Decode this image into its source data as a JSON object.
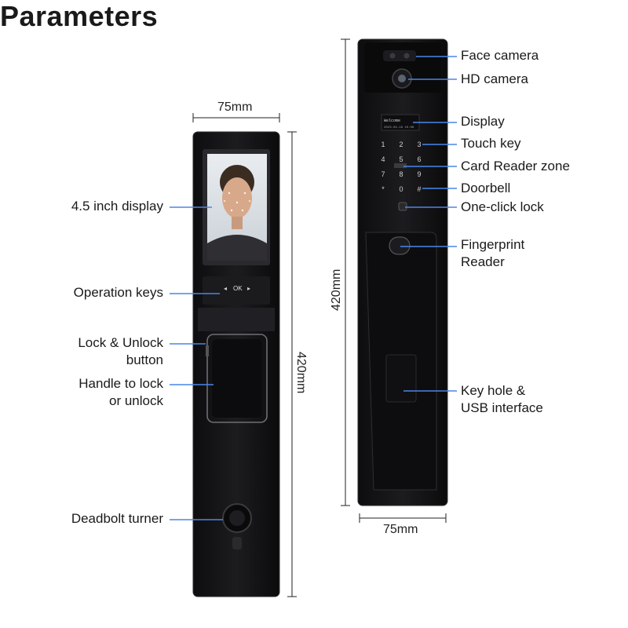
{
  "title": "Parameters",
  "dimensions": {
    "left_width": "75mm",
    "left_height": "420mm",
    "right_width": "75mm",
    "right_height": "420mm"
  },
  "left_labels": {
    "display": "4.5 inch display",
    "operation_keys": "Operation keys",
    "lock_unlock_1": "Lock & Unlock",
    "lock_unlock_2": "button",
    "handle_1": "Handle to lock",
    "handle_2": "or unlock",
    "deadbolt": "Deadbolt turner"
  },
  "right_labels": {
    "face_camera": "Face camera",
    "hd_camera": "HD camera",
    "display": "Display",
    "touch_key": "Touch key",
    "card_reader": "Card Reader zone",
    "doorbell": "Doorbell",
    "one_click": "One-click lock",
    "fingerprint_1": "Fingerprint",
    "fingerprint_2": "Reader",
    "keyhole_1": "Key hole &",
    "keyhole_2": "USB interface"
  },
  "device_text": {
    "ok_key": "OK",
    "screen_line1": "Welcome",
    "screen_line2": "2023-04-18 10:08",
    "keypad": [
      "1",
      "2",
      "3",
      "4",
      "5",
      "6",
      "7",
      "8",
      "9",
      "*",
      "0",
      "#"
    ]
  },
  "colors": {
    "leader_line": "#4a86e8",
    "device_body": "#141416",
    "device_edge": "#3a3a3e"
  }
}
